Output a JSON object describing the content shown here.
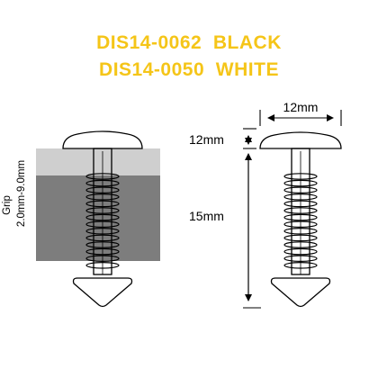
{
  "title": {
    "line1": "DIS14-0062  BLACK",
    "line2": "DIS14-0050  WHITE",
    "color": "#f5c518"
  },
  "grip": {
    "label": "Grip",
    "range": "2.0mm-9.0mm",
    "panel_top_color": "#cfcfcf",
    "panel_bottom_color": "#7d7d7d"
  },
  "dimensions": {
    "head_width": "12mm",
    "head_height": "12mm",
    "shank_length": "15mm"
  }
}
